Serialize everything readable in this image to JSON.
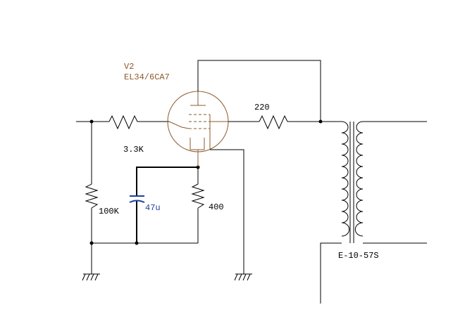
{
  "schematic": {
    "tube": {
      "ref": "V2",
      "type": "EL34/6CA7",
      "color": "#8B5A2B"
    },
    "resistors": {
      "grid_stopper": "3.3K",
      "grid_leak": "100K",
      "cathode": "400",
      "screen": "220"
    },
    "capacitor": {
      "value": "47u",
      "color": "#1F3FA0"
    },
    "transformer": {
      "ref": "E-10-57S"
    }
  }
}
